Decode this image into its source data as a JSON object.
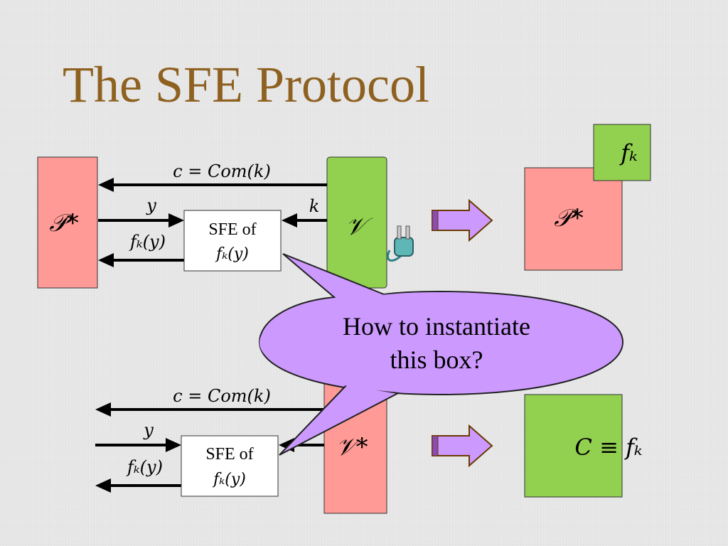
{
  "slide": {
    "title": "The SFE Protocol"
  },
  "top": {
    "prover_label": "𝒫*",
    "verifier_label": "𝒱",
    "commit_label": "c = Com(k)",
    "y_label": "y",
    "fky_label": "fₖ(y)",
    "k_label": "k",
    "sfe_box_line1": "SFE of",
    "sfe_box_line2": "fₖ(y)",
    "result_prover_label": "𝒫*",
    "result_fk_label": "fₖ"
  },
  "bottom": {
    "verifier_label": "𝒱*",
    "commit_label": "c = Com(k)",
    "y_label": "y",
    "fky_label": "fₖ(y)",
    "sfe_box_line1": "SFE of",
    "sfe_box_line2": "fₖ(y)",
    "result_label": "C ≡ fₖ"
  },
  "callout": {
    "line1": "How to instantiate",
    "line2": "this box?"
  },
  "colors": {
    "pink": "#ff9a96",
    "green": "#92d050",
    "purple": "#cc99ff",
    "title": "#8e6121"
  },
  "icons": {
    "plug": "plug-icon",
    "arrow": "block-arrow-right"
  }
}
